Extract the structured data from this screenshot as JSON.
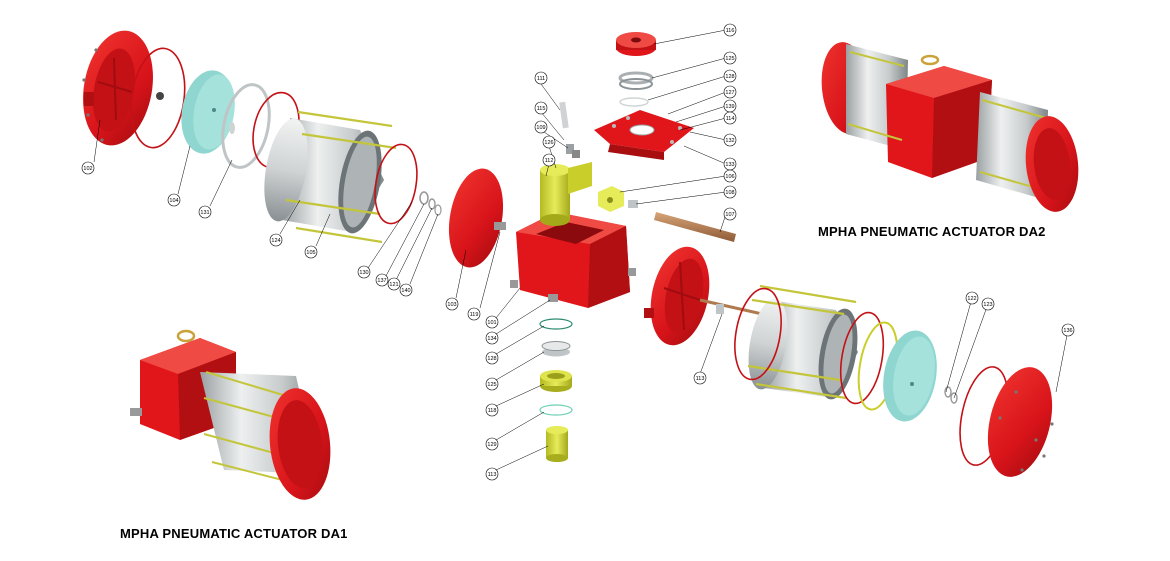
{
  "titles": {
    "da1": "MPHA PNEUMATIC ACTUATOR DA1",
    "da2": "MPHA PNEUMATIC ACTUATOR DA2"
  },
  "colors": {
    "body_red": "#e0161b",
    "dark_red": "#a80d10",
    "steel": "#cfd3d4",
    "steel_dark": "#8c9396",
    "yellow": "#d4d936",
    "yellow_dark": "#a8ad1e",
    "teal": "#8ed6cf",
    "bronze": "#b07a4f"
  },
  "callouts": [
    {
      "label": "102"
    },
    {
      "label": "104"
    },
    {
      "label": "131"
    },
    {
      "label": "124"
    },
    {
      "label": "105"
    },
    {
      "label": "130"
    },
    {
      "label": "137"
    },
    {
      "label": "121"
    },
    {
      "label": "140"
    },
    {
      "label": "103"
    },
    {
      "label": "119"
    },
    {
      "label": "101"
    },
    {
      "label": "134"
    },
    {
      "label": "128"
    },
    {
      "label": "125"
    },
    {
      "label": "118"
    },
    {
      "label": "129"
    },
    {
      "label": "113"
    },
    {
      "label": "111"
    },
    {
      "label": "115"
    },
    {
      "label": "109"
    },
    {
      "label": "126"
    },
    {
      "label": "112"
    },
    {
      "label": "116"
    },
    {
      "label": "125"
    },
    {
      "label": "128"
    },
    {
      "label": "127"
    },
    {
      "label": "139"
    },
    {
      "label": "114"
    },
    {
      "label": "132"
    },
    {
      "label": "133"
    },
    {
      "label": "106"
    },
    {
      "label": "108"
    },
    {
      "label": "107"
    },
    {
      "label": "113"
    },
    {
      "label": "122"
    },
    {
      "label": "123"
    },
    {
      "label": "136"
    }
  ]
}
